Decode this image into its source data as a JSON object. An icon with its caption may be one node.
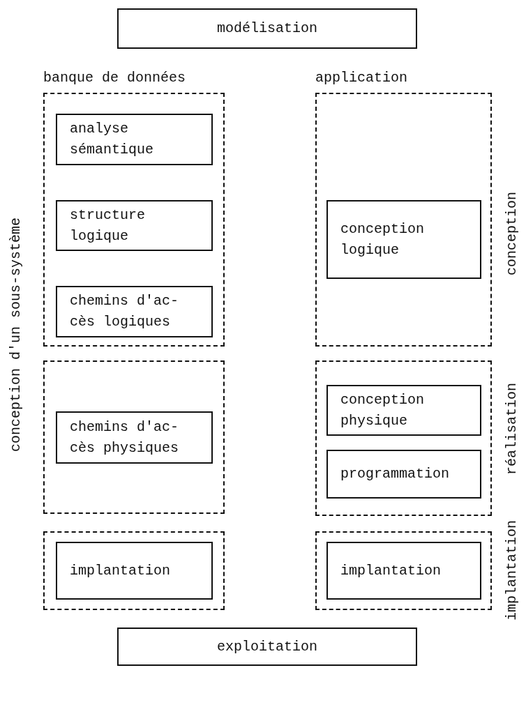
{
  "diagram": {
    "nodes": [
      {
        "text": [
          "modélisation"
        ]
      },
      {
        "text": [
          "banque de données"
        ]
      },
      {
        "text": [
          "analyse sémantique"
        ],
        "in": 1
      },
      {
        "text": [
          "structure logique"
        ],
        "in": 1
      },
      {
        "text": [
          "chemins d'ac- cès logiques"
        ],
        "in": 1
      },
      {
        "text": [
          "application"
        ]
      },
      {
        "text": [
          "conception logique"
        ],
        "in": 5
      },
      {
        "text": [],
        "shape": "box"
      },
      {
        "text": [
          "chemins d'ac- cès physiques"
        ],
        "in": 7
      },
      {
        "text": [],
        "shape": "box"
      },
      {
        "text": [
          "conception physique"
        ],
        "in": 9
      },
      {
        "text": [
          "programmation"
        ],
        "in": 9
      },
      {
        "text": [],
        "shape": "box"
      },
      {
        "text": [
          "implantation"
        ],
        "in": 12
      },
      {
        "text": [],
        "shape": "box"
      },
      {
        "text": [
          "implantation"
        ],
        "in": 14
      },
      {
        "text": [
          "exploitation"
        ]
      }
    ],
    "labels": [
      "conception d'un sous-système",
      "conception",
      "réalisation",
      "implantation"
    ]
  }
}
